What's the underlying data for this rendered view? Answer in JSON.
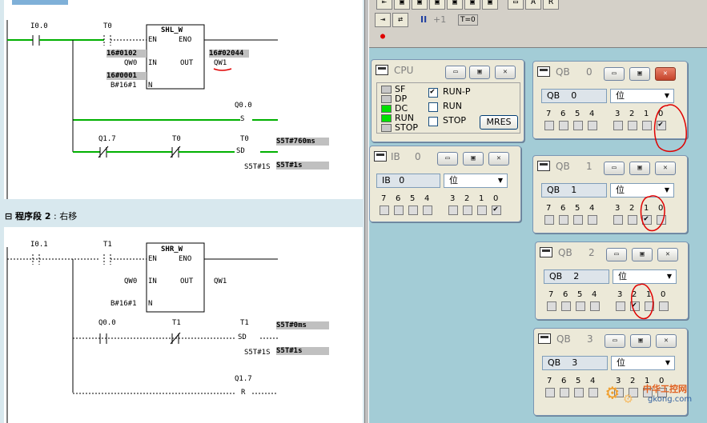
{
  "segment1": {
    "title_partial": "程序段",
    "title_text": "程序段 1",
    "contacts": {
      "i0_0": "I0.0",
      "t0": "T0"
    },
    "block": {
      "name": "SHL_W",
      "en": "EN",
      "eno": "ENO",
      "in": "IN",
      "out": "OUT",
      "n": "N"
    },
    "in_value": "16#0102",
    "in_operand": "QW0",
    "n_value": "16#0001",
    "n_operand": "B#16#1",
    "out_value": "16#02044",
    "out_operand": "QW1",
    "q0_0": "Q0.0",
    "s_coil": "S",
    "q1_7": "Q1.7",
    "t0b": "T0",
    "t0c": "T0",
    "sd_coil": "SD",
    "timer_value": "S5T#760ms",
    "timer_preset": "S5T#1S",
    "timer_preset_val": "S5T#1s"
  },
  "segment2": {
    "title_prefix": "程序段",
    "title_num": "2",
    "title_name": "右移",
    "contacts": {
      "i0_1": "I0.1",
      "t1": "T1"
    },
    "block": {
      "name": "SHR_W",
      "en": "EN",
      "eno": "ENO",
      "in": "IN",
      "out": "OUT",
      "n": "N"
    },
    "in_operand": "QW0",
    "out_operand": "QW1",
    "n_operand": "B#16#1",
    "q0_0": "Q0.0",
    "t1b": "T1",
    "t1c": "T1",
    "sd_coil": "SD",
    "timer_value": "S5T#0ms",
    "timer_preset": "S5T#1S",
    "timer_preset_val": "S5T#1s",
    "q1_7": "Q1.7",
    "r_coil": "R"
  },
  "toolbar": {
    "buttons": [
      "insert-left",
      "insert-right",
      "view1",
      "view2",
      "view3",
      "view4",
      "view5",
      "view6",
      "var",
      "a",
      "r"
    ],
    "pause": "II",
    "step": "+1",
    "timer": "T=0"
  },
  "cpu": {
    "title": "CPU",
    "leds": [
      {
        "label": "SF",
        "on": false
      },
      {
        "label": "DP",
        "on": false
      },
      {
        "label": "DC",
        "on": true
      },
      {
        "label": "RUN",
        "on": true
      },
      {
        "label": "STOP",
        "on": false
      }
    ],
    "modes": [
      {
        "label": "RUN-P",
        "checked": true
      },
      {
        "label": "RUN",
        "checked": false
      },
      {
        "label": "STOP",
        "checked": false
      }
    ],
    "mres": "MRES"
  },
  "ib0": {
    "title": "IB",
    "num": "0",
    "area": "IB",
    "addr": "0",
    "format": "位",
    "bits": [
      "7",
      "6",
      "5",
      "4",
      "3",
      "2",
      "1",
      "0"
    ],
    "checked": [
      false,
      false,
      false,
      false,
      false,
      false,
      false,
      true
    ]
  },
  "qb0": {
    "title": "QB",
    "num": "0",
    "area": "QB",
    "addr": "0",
    "format": "位",
    "bits": [
      "7",
      "6",
      "5",
      "4",
      "3",
      "2",
      "1",
      "0"
    ],
    "checked": [
      false,
      false,
      false,
      false,
      false,
      false,
      false,
      true
    ]
  },
  "qb1": {
    "title": "QB",
    "num": "1",
    "area": "QB",
    "addr": "1",
    "format": "位",
    "bits": [
      "7",
      "6",
      "5",
      "4",
      "3",
      "2",
      "1",
      "0"
    ],
    "checked": [
      false,
      false,
      false,
      false,
      false,
      false,
      true,
      false
    ]
  },
  "qb2": {
    "title": "QB",
    "num": "2",
    "area": "QB",
    "addr": "2",
    "format": "位",
    "bits": [
      "7",
      "6",
      "5",
      "4",
      "3",
      "2",
      "1",
      "0"
    ],
    "checked": [
      false,
      false,
      false,
      false,
      false,
      true,
      false,
      false
    ]
  },
  "qb3": {
    "title": "QB",
    "num": "3",
    "area": "QB",
    "addr": "3",
    "format": "位",
    "bits": [
      "7",
      "6",
      "5",
      "4",
      "3",
      "2",
      "1",
      "0"
    ],
    "checked": [
      false,
      false,
      false,
      false,
      false,
      false,
      false,
      false
    ]
  },
  "watermark": {
    "text": "中华工控网",
    "url": "gkong.com"
  },
  "colors": {
    "annotation": "#e00000",
    "active_wire": "#00b000",
    "led_on": "#00e000",
    "panel_bg": "#a3ccd6"
  }
}
